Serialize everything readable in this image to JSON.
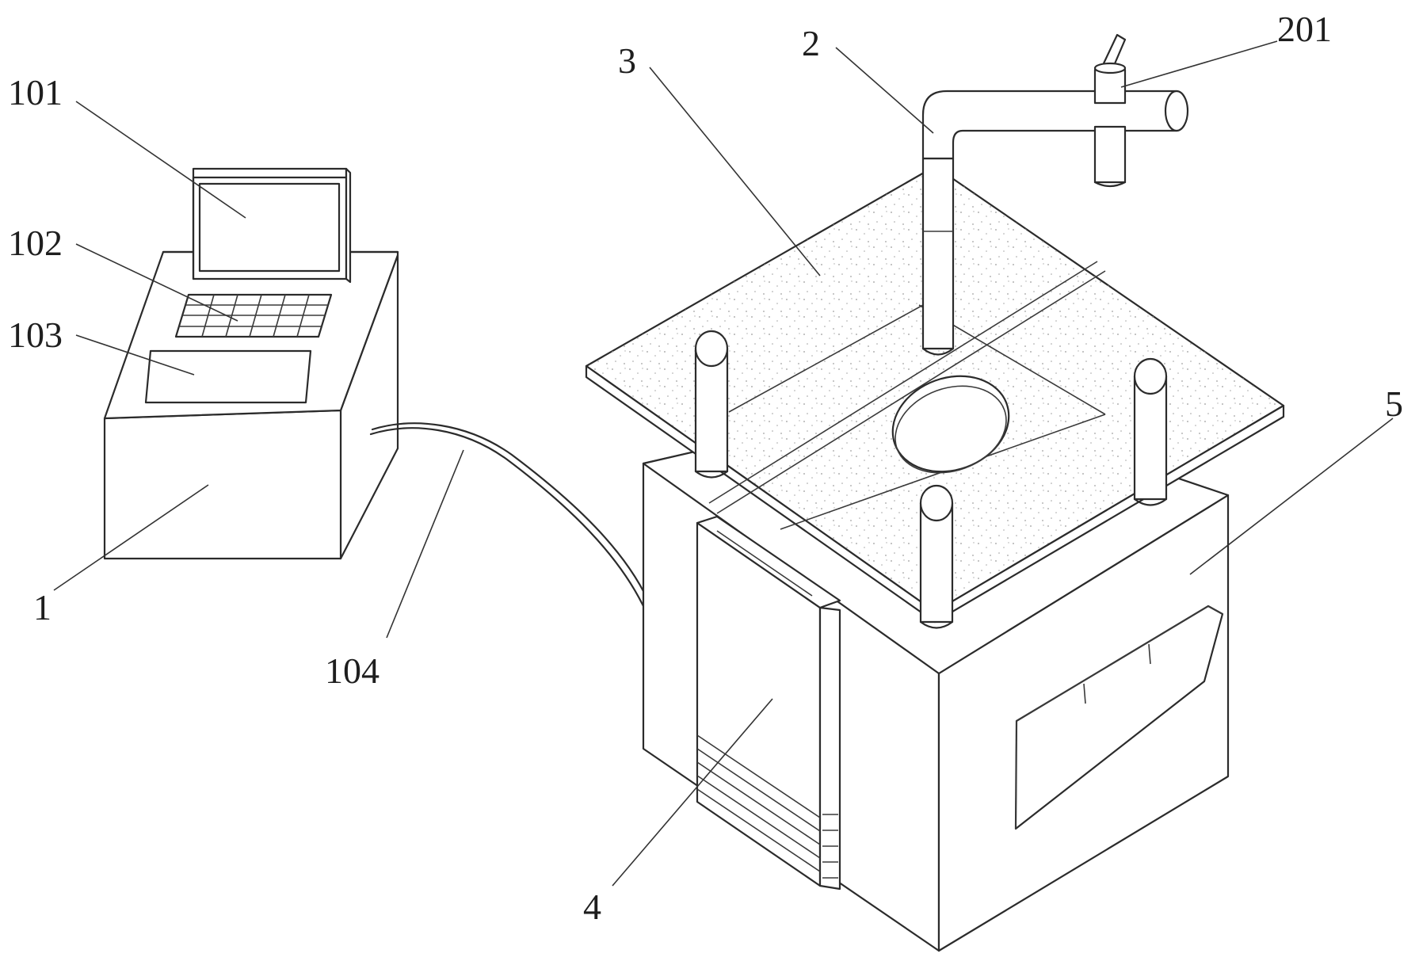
{
  "labels": {
    "l101": "101",
    "l102": "102",
    "l103": "103",
    "l1": "1",
    "l104": "104",
    "l3": "3",
    "l2": "2",
    "l201": "201",
    "l5": "5",
    "l4": "4"
  }
}
